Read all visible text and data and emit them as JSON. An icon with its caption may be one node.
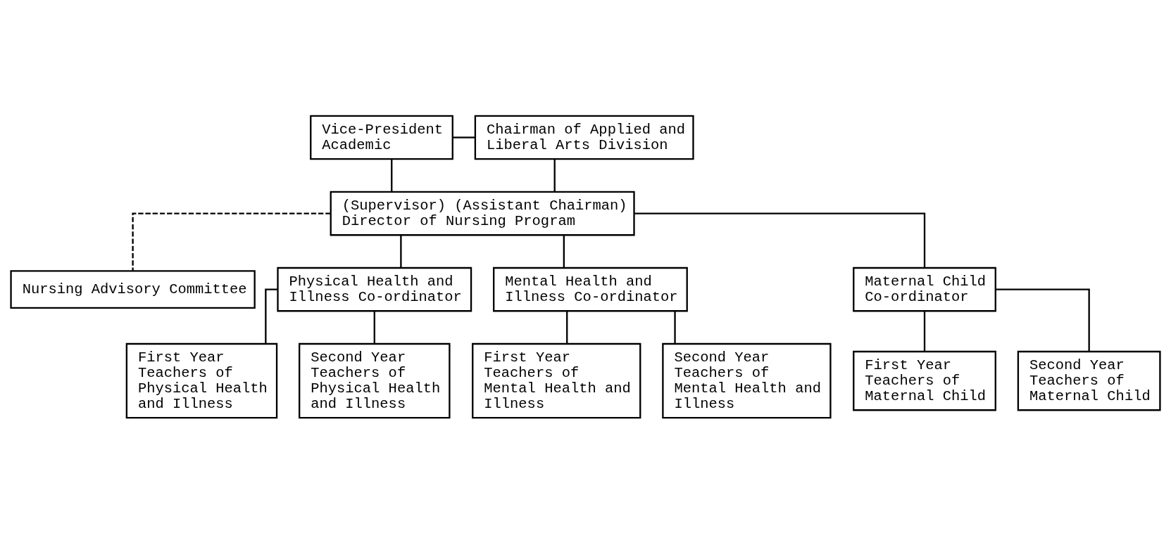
{
  "diagram": {
    "nodes": [
      {
        "text": [
          "Vice-President Academic"
        ]
      },
      {
        "text": [
          "Chairman of Applied and Liberal Arts Division"
        ]
      },
      {
        "text": [
          "(Supervisor) (Assistant Chairman) Director of Nursing Program"
        ]
      },
      {
        "text": [
          "Nursing Advisory Committee"
        ]
      },
      {
        "text": [
          "Physical Health and Illness Co-ordinator"
        ]
      },
      {
        "text": [
          "Mental Health and Illness Co-ordinator"
        ]
      },
      {
        "text": [
          "Maternal Child Co-ordinator"
        ]
      },
      {
        "text": [
          "First Year Teachers of Physical Health and Illness"
        ]
      },
      {
        "text": [
          "Second Year Teachers of Physical Health and Illness"
        ]
      },
      {
        "text": [
          "First Year Teachers of Mental Health and Illness"
        ]
      },
      {
        "text": [
          "Second Year Teachers of Mental Health and Illness"
        ]
      },
      {
        "text": [
          "First Year Teachers of Maternal Child"
        ]
      },
      {
        "text": [
          "Second Year Teachers of Maternal Child"
        ]
      }
    ],
    "edges": [
      {
        "from": 0,
        "to": 1,
        "arrow": "none"
      },
      {
        "from": 0,
        "to": 2,
        "arrow": "none"
      },
      {
        "from": 1,
        "to": 2,
        "arrow": "none"
      },
      {
        "from": 2,
        "to": 3,
        "arrow": "none",
        "style": "dashed"
      },
      {
        "from": 2,
        "to": 4,
        "arrow": "none"
      },
      {
        "from": 2,
        "to": 5,
        "arrow": "none"
      },
      {
        "from": 2,
        "to": 6,
        "arrow": "none"
      },
      {
        "from": 4,
        "to": 7,
        "arrow": "none"
      },
      {
        "from": 4,
        "to": 8,
        "arrow": "none"
      },
      {
        "from": 5,
        "to": 9,
        "arrow": "none"
      },
      {
        "from": 5,
        "to": 10,
        "arrow": "none"
      },
      {
        "from": 6,
        "to": 11,
        "arrow": "none"
      },
      {
        "from": 6,
        "to": 12,
        "arrow": "none"
      }
    ]
  }
}
